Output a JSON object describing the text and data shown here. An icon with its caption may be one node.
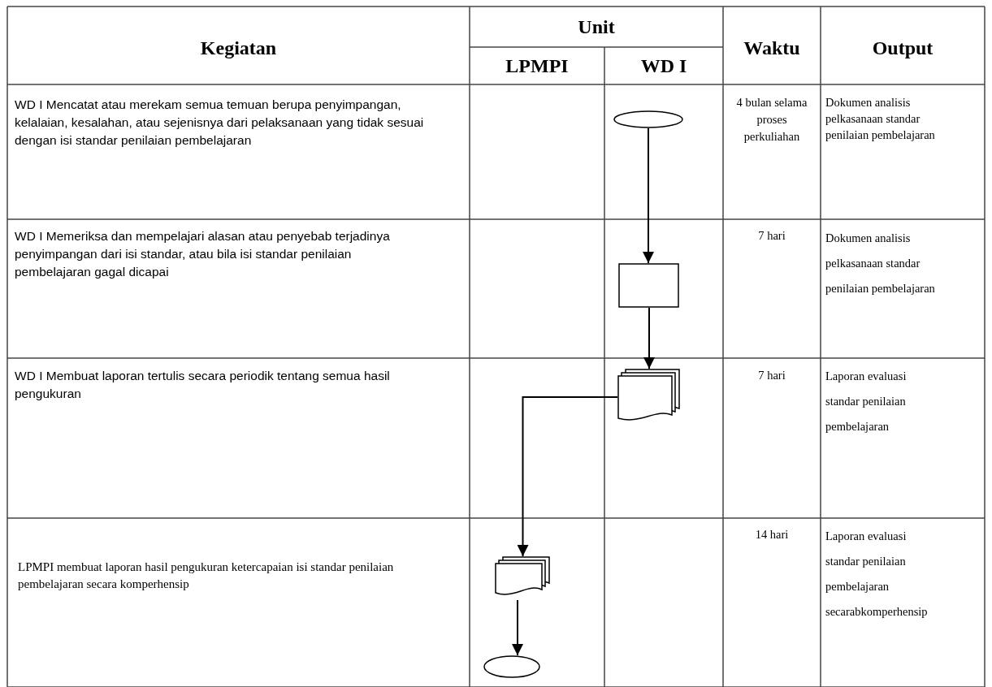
{
  "diagram": {
    "nodes": [
      {
        "text": [],
        "shape": "ellipse"
      },
      {
        "text": [],
        "shape": "box"
      },
      {
        "text": [],
        "shape": "document"
      },
      {
        "text": [],
        "shape": "document"
      },
      {
        "text": [],
        "shape": "ellipse"
      }
    ],
    "edges": [
      {
        "from": 0,
        "to": 1,
        "arrow": "to"
      },
      {
        "from": 1,
        "to": 2,
        "arrow": "to"
      },
      {
        "from": 2,
        "to": 3,
        "arrow": "to"
      },
      {
        "from": 3,
        "to": 4,
        "arrow": "to"
      }
    ],
    "labels": [
      "Kegiatan",
      "Unit",
      "Waktu",
      "Output",
      "LPMPI",
      "WD I",
      "WD I Mencatat atau merekam semua temuan berupa penyimpangan, kelalaian, kesalahan, atau sejenisnya dari pelaksanaan yang tidak sesuai dengan isi standar penilaian pembelajaran",
      "4 bulan selama proses perkuliahan",
      "Dokumen analisis pelkasanaan standar penilaian pembelajaran",
      "WD I Memeriksa dan mempelajari alasan atau penyebab terjadinya penyimpangan dari isi standar, atau bila isi standar penilaian pembelajaran gagal dicapai",
      "7 hari",
      "Dokumen analisis pelkasanaan standar penilaian pembelajaran",
      "WD I Membuat laporan tertulis secara periodik tentang semua hasil pengukuran",
      "7 hari",
      "Laporan evaluasi standar penilaian pembelajaran",
      "LPMPI membuat laporan hasil pengukuran ketercapaian isi standar penilaian pembelajaran secara komperhensip",
      "14 hari",
      "Laporan evaluasi standar penilaian pembelajaran secarabkomperhensip"
    ]
  }
}
